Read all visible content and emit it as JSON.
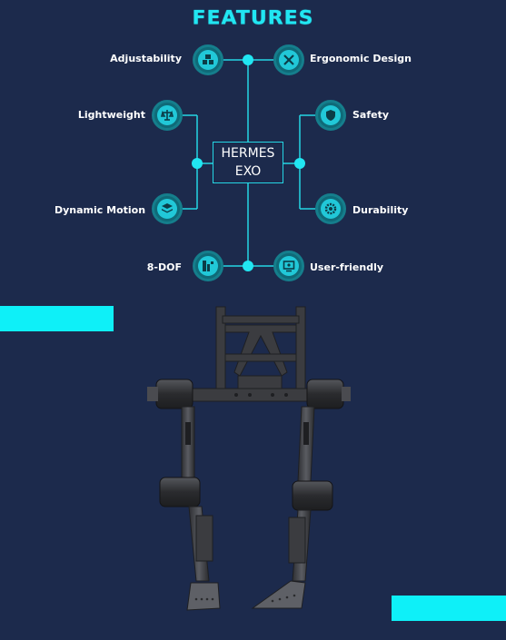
{
  "header": {
    "title": "FEATURES"
  },
  "center": {
    "line1": "HERMES",
    "line2": "EXO"
  },
  "features": {
    "adjustability": {
      "label": "Adjustability",
      "icon": "cubes-icon"
    },
    "ergonomic": {
      "label": "Ergonomic Design",
      "icon": "tools-icon"
    },
    "lightweight": {
      "label": "Lightweight",
      "icon": "scale-icon"
    },
    "safety": {
      "label": "Safety",
      "icon": "shield-icon"
    },
    "dynamic": {
      "label": "Dynamic Motion",
      "icon": "layers-icon"
    },
    "durability": {
      "label": "Durability",
      "icon": "gear-icon"
    },
    "dof": {
      "label": "8-DOF",
      "icon": "joints-icon"
    },
    "userfriendly": {
      "label": "User-friendly",
      "icon": "monitor-icon"
    }
  },
  "colors": {
    "background": "#1c2a4c",
    "accent": "#21e6f2",
    "icon_bg": "#0f6a78"
  }
}
